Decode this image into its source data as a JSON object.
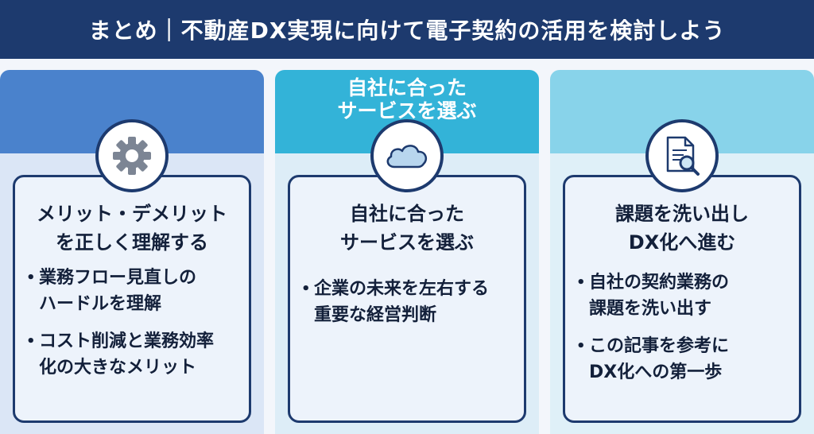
{
  "header": {
    "title": "まとめ｜不動産DX実現に向けて電子契約の活用を検討しよう"
  },
  "columns": [
    {
      "band_title": [],
      "icon": "gear-icon",
      "card_title": [
        "メリット・デメリット",
        "を正しく理解する"
      ],
      "bullets": [
        [
          "業務フロー見直しの",
          "ハードルを理解"
        ],
        [
          "コスト削減と業務効率",
          "化の大きなメリット"
        ]
      ]
    },
    {
      "band_title": [
        "自社に合った",
        "サービスを選ぶ"
      ],
      "icon": "cloud-icon",
      "card_title": [
        "自社に合った",
        "サービスを選ぶ"
      ],
      "bullets": [
        [
          "企業の未来を左右する",
          "重要な経営判断"
        ]
      ]
    },
    {
      "band_title": [],
      "icon": "document-search-icon",
      "card_title": [
        "課題を洗い出し",
        "DX化へ進む"
      ],
      "bullets": [
        [
          "自社の契約業務の",
          "課題を洗い出す"
        ],
        [
          "この記事を参考に",
          "DX化への第一歩"
        ]
      ]
    }
  ],
  "colors": {
    "header_bg": "#1d3a6e",
    "band_1": "#4a82cc",
    "band_2": "#33b3d8",
    "band_3": "#88d3ea",
    "card_border": "#1d3a6e"
  }
}
